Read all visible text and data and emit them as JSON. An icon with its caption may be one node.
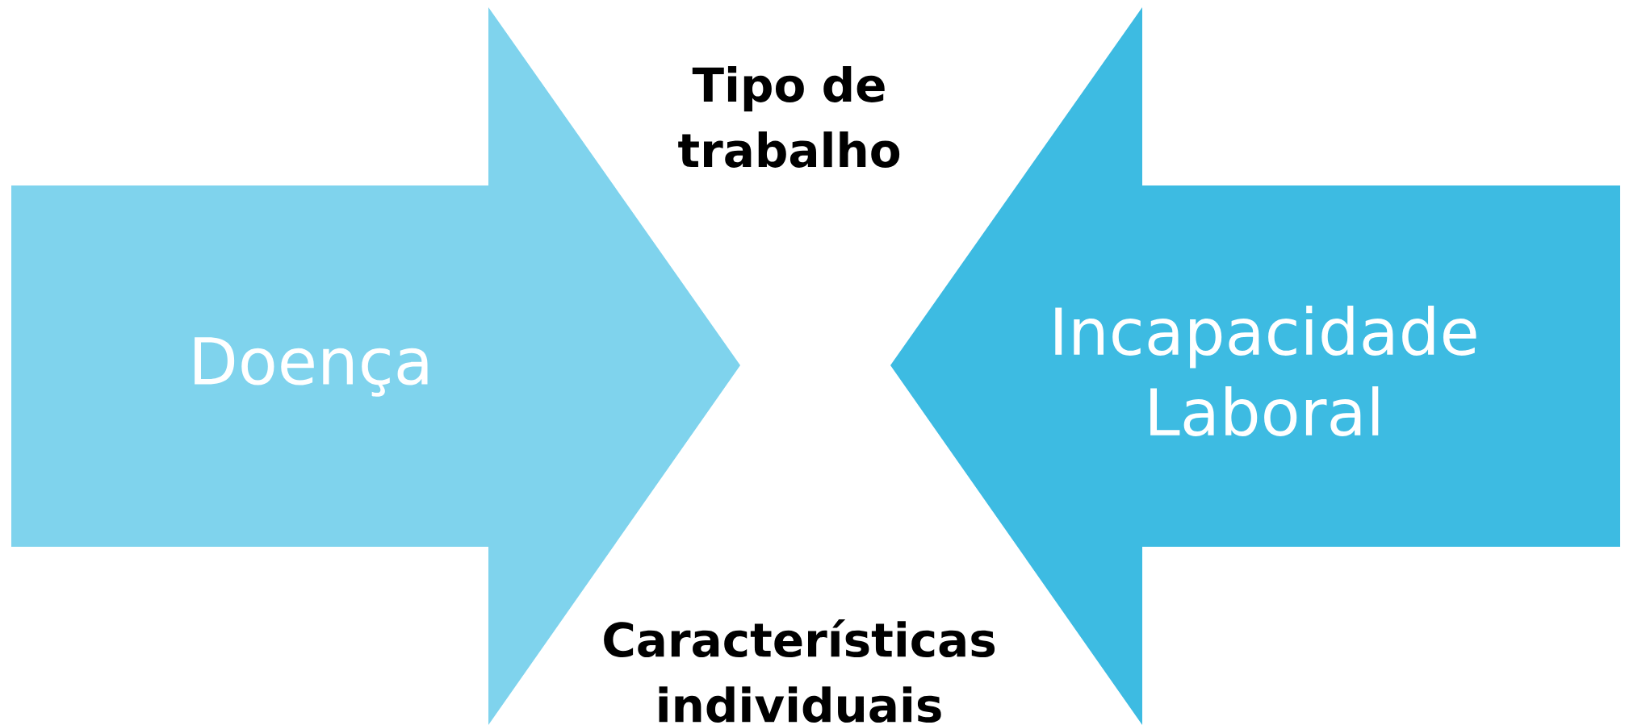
{
  "diagram": {
    "nodes": [
      {
        "text": [
          "Doença"
        ]
      },
      {
        "text": [
          "Incapacidade Laboral"
        ]
      }
    ],
    "labels": [
      "Tipo de trabalho",
      "Características individuais"
    ]
  }
}
